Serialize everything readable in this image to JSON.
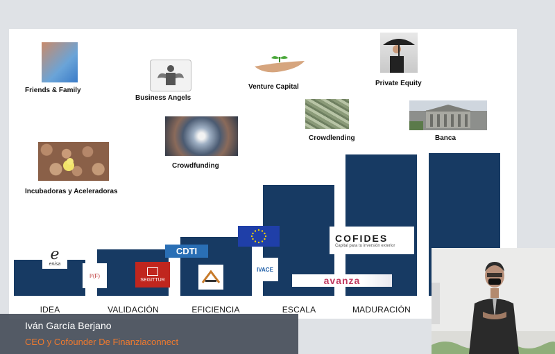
{
  "stages": [
    "IDEA",
    "VALIDACIÓN",
    "EFICIENCIA",
    "ESCALA",
    "MADURACIÓN"
  ],
  "funding_sources": {
    "friends_family": "Friends & Family",
    "business_angels": "Business Angels",
    "venture_capital": "Venture Capital",
    "private_equity": "Private Equity",
    "crowdlending": "Crowdlending",
    "banca": "Banca",
    "crowdfunding": "Crowdfunding",
    "incubadoras": "Incubadoras y Aceleradoras"
  },
  "logos": {
    "enisa": "enisa",
    "segittur": "SEGITTUR",
    "cdti": "CDTI",
    "ivace": "IVACE",
    "cofides": "COFIDES",
    "cofides_tagline": "Capital para tu inversión exterior",
    "avanza": "avanza",
    "ivf": "I²(F)"
  },
  "speaker": {
    "name": "Iván García Berjano",
    "role": "CEO y Cofounder De Finanziaconnect"
  },
  "colors": {
    "bar": "#173a63",
    "lower_third": "#464e5a",
    "role_text": "#f07a2e"
  }
}
